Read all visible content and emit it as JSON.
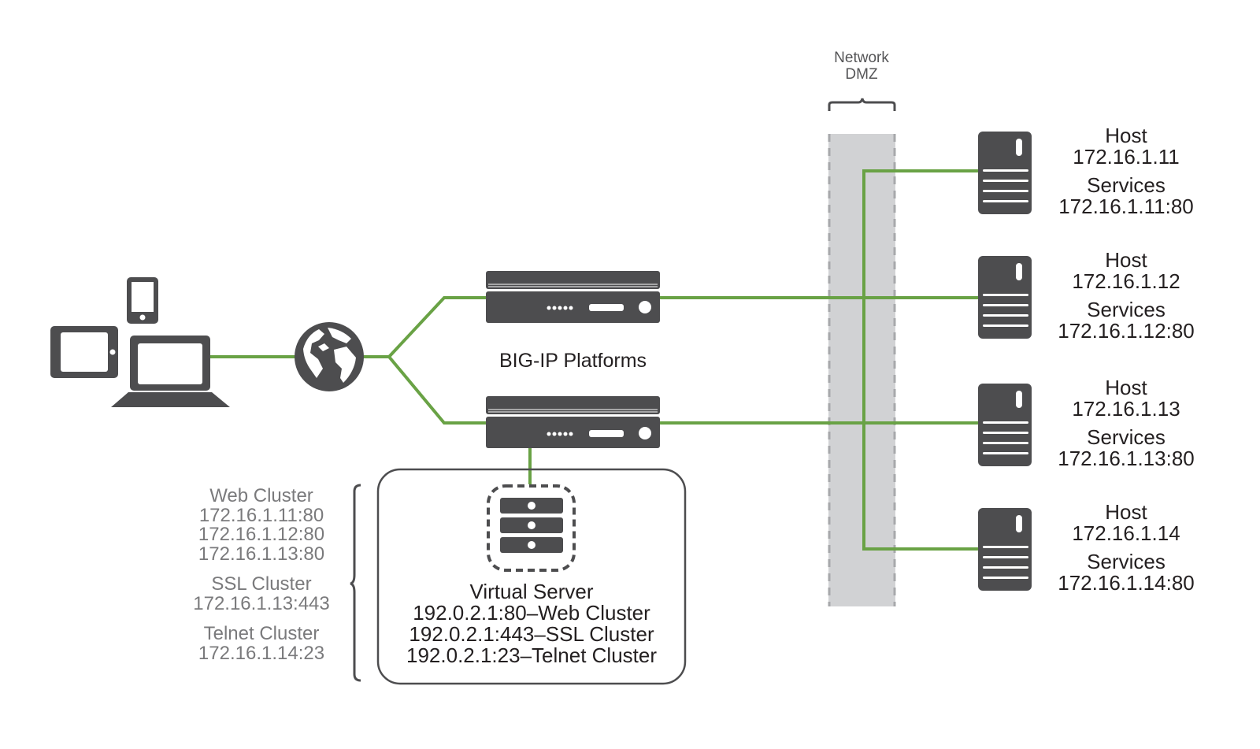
{
  "diagram": {
    "dmz": {
      "label_line1": "Network",
      "label_line2": "DMZ"
    },
    "platforms_label": "BIG-IP Platforms",
    "client_devices": [
      "phone",
      "tablet",
      "laptop"
    ],
    "internet": "globe",
    "hosts": [
      {
        "title": "Host",
        "ip": "172.16.1.11",
        "services_title": "Services",
        "service": "172.16.1.11:80"
      },
      {
        "title": "Host",
        "ip": "172.16.1.12",
        "services_title": "Services",
        "service": "172.16.1.12:80"
      },
      {
        "title": "Host",
        "ip": "172.16.1.13",
        "services_title": "Services",
        "service": "172.16.1.13:80"
      },
      {
        "title": "Host",
        "ip": "172.16.1.14",
        "services_title": "Services",
        "service": "172.16.1.14:80"
      }
    ],
    "clusters": {
      "web": {
        "title": "Web Cluster",
        "members": [
          "172.16.1.11:80",
          "172.16.1.12:80",
          "172.16.1.13:80"
        ]
      },
      "ssl": {
        "title": "SSL Cluster",
        "members": [
          "172.16.1.13:443"
        ]
      },
      "telnet": {
        "title": "Telnet Cluster",
        "members": [
          "172.16.1.14:23"
        ]
      }
    },
    "virtual_server": {
      "title": "Virtual Server",
      "mappings": [
        "192.0.2.1:80–Web Cluster",
        "192.0.2.1:443–SSL Cluster",
        "192.0.2.1:23–Telnet Cluster"
      ]
    },
    "colors": {
      "link": "#69a245",
      "device": "#4d4d4f",
      "dmz_fill": "#d1d2d4",
      "dmz_border": "#a7a8ab",
      "cluster_text": "#7a7a7c"
    }
  }
}
